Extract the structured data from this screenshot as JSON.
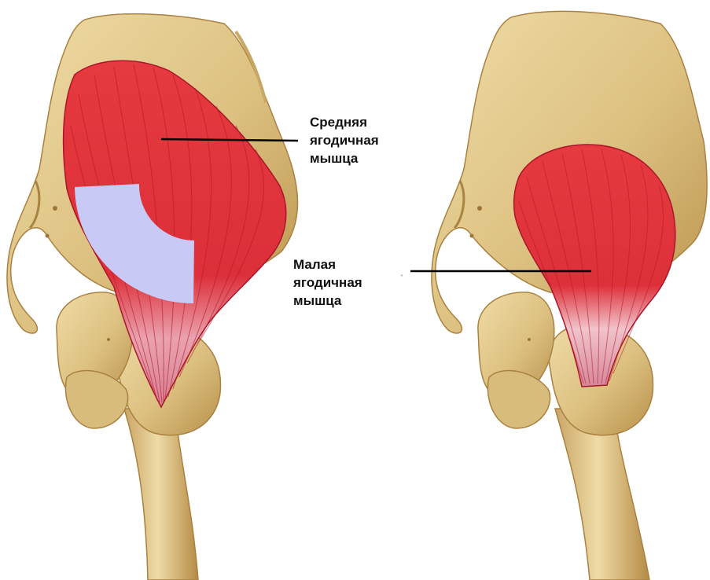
{
  "labels": {
    "gluteus_medius": {
      "line1": "Средняя",
      "line2": "ягодичная",
      "line3": "мышца"
    },
    "gluteus_minimus": {
      "line1": "Малая",
      "line2": "ягодичная",
      "line3": "мышца"
    }
  },
  "colors": {
    "background": "#ffffff",
    "bone": "#e3c98a",
    "bone_shadow": "#b08a43",
    "muscle": "#e0343c",
    "muscle_fiber": "#b5182a",
    "tendon": "#e8a7b4",
    "overlay": "#c9c9f5",
    "leader_line": "#000000"
  }
}
